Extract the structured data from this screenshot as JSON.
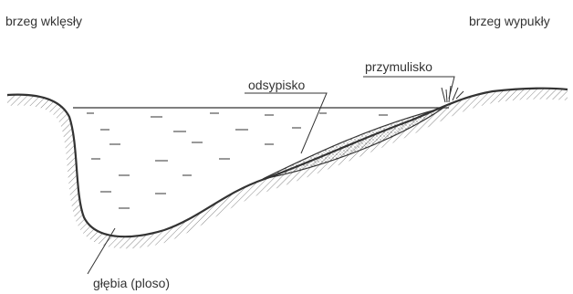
{
  "labels": {
    "concave_bank": "brzeg wklęsły",
    "convex_bank": "brzeg wypukły",
    "sandbar": "odsypisko",
    "point_bar": "przymulisko",
    "deep_pool": "głębia (ploso)"
  },
  "colors": {
    "line": "#333333",
    "water_dash": "#555555",
    "sediment": "#f2f2f2",
    "hatch": "#888888"
  }
}
